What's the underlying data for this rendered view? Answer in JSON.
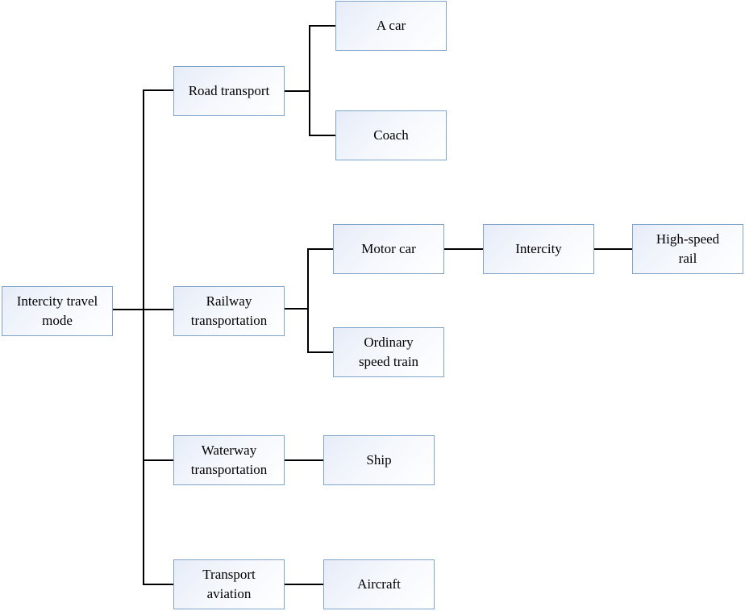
{
  "diagram": {
    "title": "Intercity travel mode classification",
    "accent_colors": {
      "box_border": "#7fa3c9",
      "box_fill_start": "#e6ecf8",
      "box_fill_end": "#ffffff",
      "connector": "#000000"
    },
    "root": {
      "label": "Intercity travel mode"
    },
    "categories": [
      {
        "id": "road",
        "label": "Road transport",
        "children": [
          {
            "label": "A car"
          },
          {
            "label": "Coach"
          }
        ]
      },
      {
        "id": "railway",
        "label": "Railway transportation",
        "children": [
          {
            "label": "Motor car",
            "chain": [
              {
                "label": "Intercity"
              },
              {
                "label": "High-speed rail"
              }
            ]
          },
          {
            "label": "Ordinary speed train"
          }
        ]
      },
      {
        "id": "waterway",
        "label": "Waterway transportation",
        "children": [
          {
            "label": "Ship"
          }
        ]
      },
      {
        "id": "aviation",
        "label": "Transport aviation",
        "children": [
          {
            "label": "Aircraft"
          }
        ]
      }
    ]
  }
}
